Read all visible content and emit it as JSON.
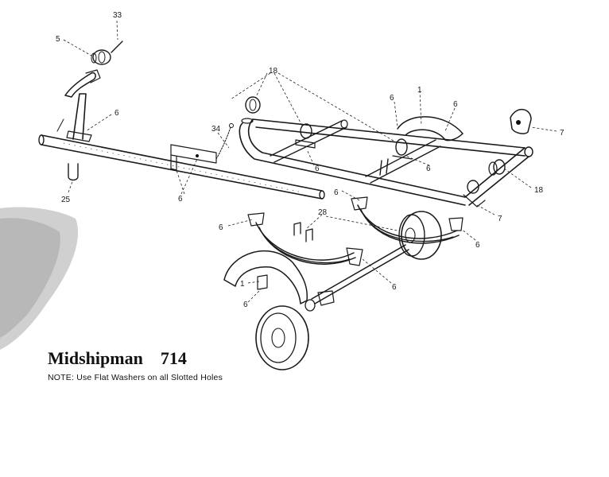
{
  "title": "Midshipman    714",
  "note": "NOTE: Use Flat Washers on all Slotted Holes",
  "callouts": {
    "c33": "33",
    "c5": "5",
    "c6_jack": "6",
    "c18_top": "18",
    "c1_top": "1",
    "c6_top": "6",
    "c6_topright": "6",
    "c7_top": "7",
    "c34": "34",
    "c6_bracket": "6",
    "c6_roller": "6",
    "c6_mid": "6",
    "c6_right": "6",
    "c18_right": "18",
    "c7_right": "7",
    "c25": "25",
    "c28": "28",
    "c6_left": "6",
    "c6_fr": "6",
    "c6_center": "6",
    "c1_fender": "1",
    "c6_fender": "6"
  }
}
